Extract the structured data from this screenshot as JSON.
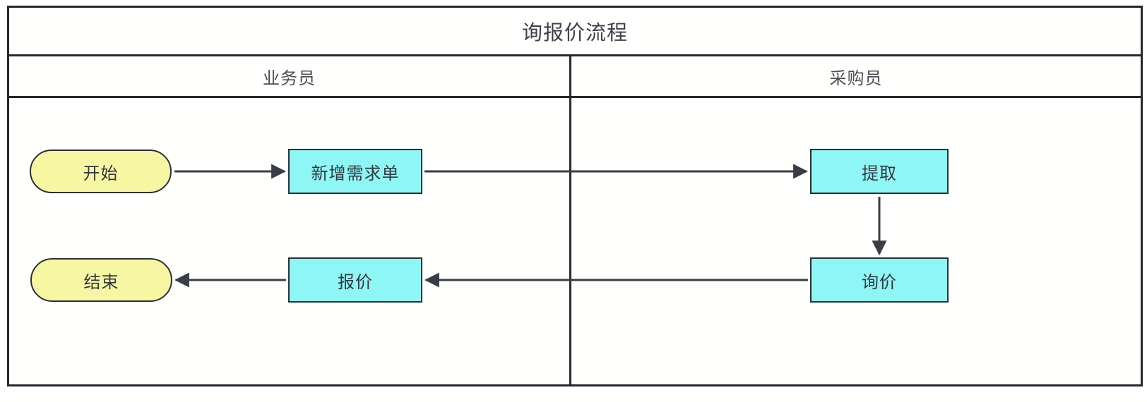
{
  "diagram": {
    "title": "询报价流程",
    "lanes": [
      {
        "label": "业务员"
      },
      {
        "label": "采购员"
      }
    ],
    "nodes": {
      "start": {
        "label": "开始",
        "type": "terminal",
        "lane": "业务员"
      },
      "add_request": {
        "label": "新增需求单",
        "type": "process",
        "lane": "业务员"
      },
      "extract": {
        "label": "提取",
        "type": "process",
        "lane": "采购员"
      },
      "inquiry": {
        "label": "询价",
        "type": "process",
        "lane": "采购员"
      },
      "quote": {
        "label": "报价",
        "type": "process",
        "lane": "业务员"
      },
      "end": {
        "label": "结束",
        "type": "terminal",
        "lane": "业务员"
      }
    },
    "edges": [
      {
        "from": "start",
        "to": "add_request"
      },
      {
        "from": "add_request",
        "to": "extract"
      },
      {
        "from": "extract",
        "to": "inquiry"
      },
      {
        "from": "inquiry",
        "to": "quote"
      },
      {
        "from": "quote",
        "to": "end"
      }
    ],
    "colors": {
      "terminal_fill": "#F7F7A3",
      "process_fill": "#8FF6F6",
      "border": "#2B3036",
      "line": "#393E44",
      "background": "#FFFFFF"
    }
  }
}
